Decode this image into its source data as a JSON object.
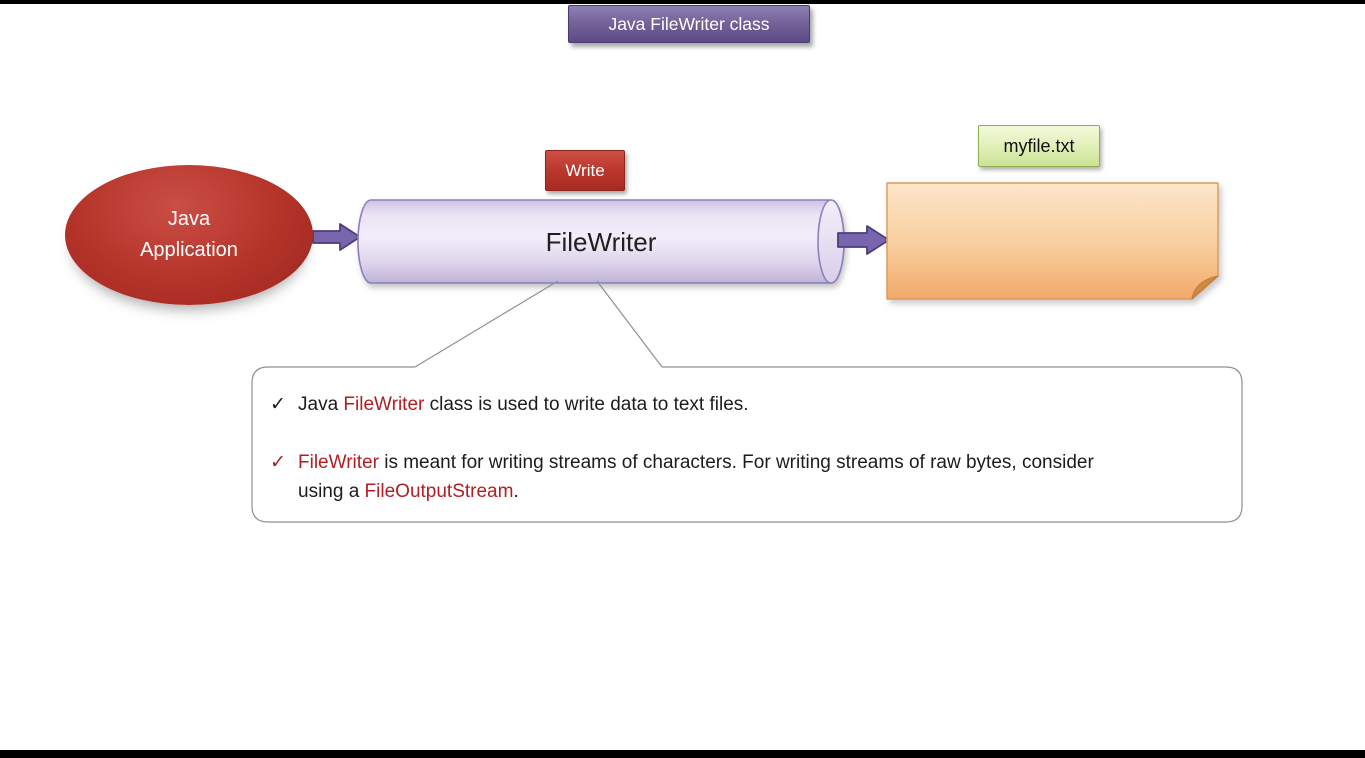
{
  "banner": {
    "label": "Java FileWriter class"
  },
  "source_node": {
    "line1": "Java",
    "line2": "Application"
  },
  "pipe": {
    "label": "FileWriter"
  },
  "write_badge": {
    "label": "Write"
  },
  "file_label": {
    "label": "myfile.txt"
  },
  "callout": {
    "check_glyph": "✓",
    "bullets": [
      {
        "check_color": "#1c1c1c",
        "lines": [
          [
            {
              "t": "Java "
            },
            {
              "t": "FileWriter",
              "red": true
            },
            {
              "t": " class is used to write data to text files."
            }
          ]
        ]
      },
      {
        "check_color": "#b01e23",
        "lines": [
          [
            {
              "t": "FileWriter",
              "red": true
            },
            {
              "t": " is meant for writing streams of characters. For writing streams of raw bytes, consider"
            }
          ],
          [
            {
              "t": "using a "
            },
            {
              "t": "FileOutputStream",
              "red": true
            },
            {
              "t": "."
            }
          ]
        ]
      }
    ]
  },
  "colors": {
    "banner_purple": "#5d4a86",
    "arrow_purple": "#7766ad",
    "arrow_outline_purple": "#4f3b7e",
    "node_red": "#b43329",
    "badge_red": "#bb372e",
    "text_red": "#b01e23",
    "cylinder_lavender": "#e9e3f4",
    "cylinder_border": "#8e7fba",
    "file_green": "#e3f2bd",
    "file_green_border": "#8fae54",
    "doc_orange": "#f8cd9c",
    "doc_orange_border": "#dd9a58",
    "callout_border": "#8f8f8f",
    "frame_black": "#000000"
  }
}
